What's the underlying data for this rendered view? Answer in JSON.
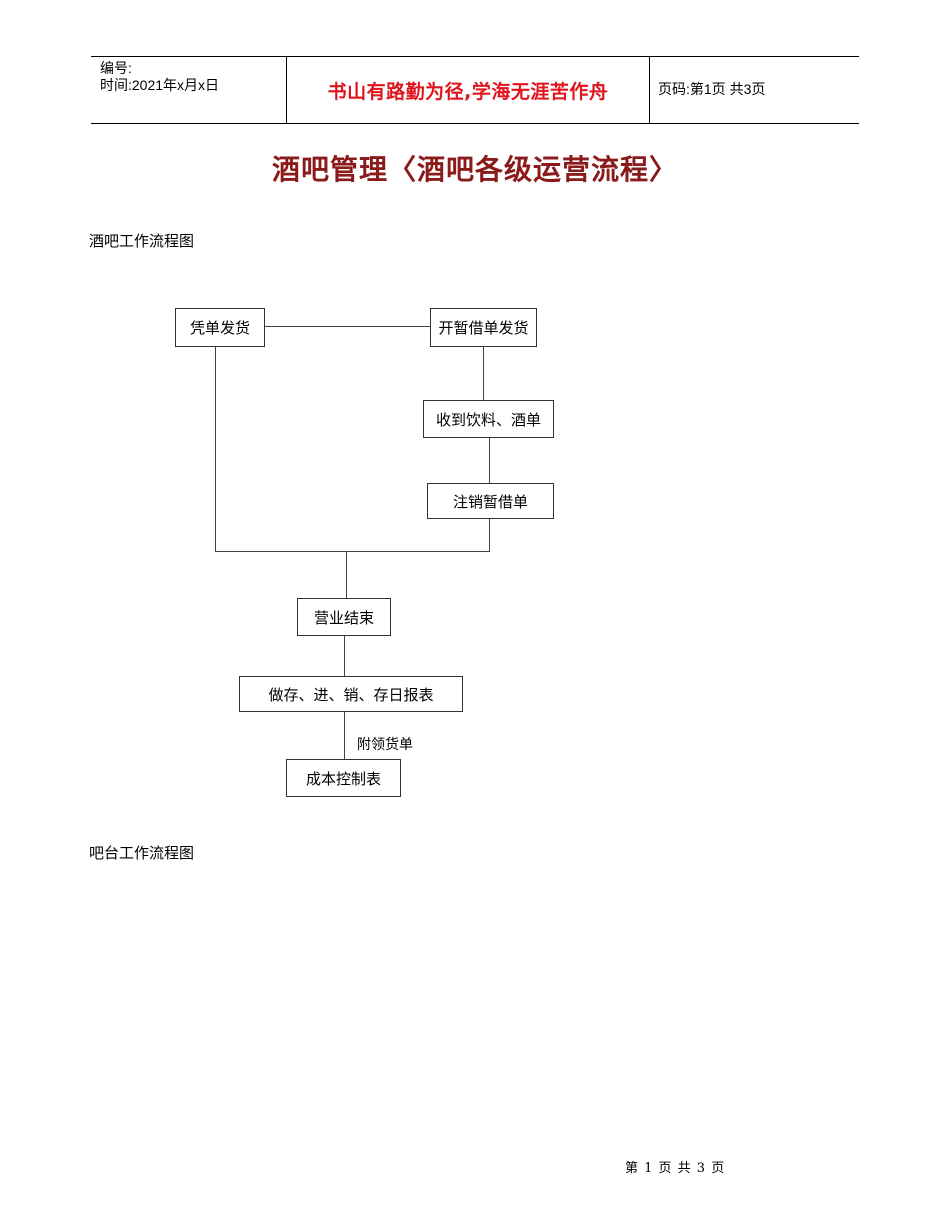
{
  "header": {
    "number_label": "编号:",
    "time_label": "时间:2021年x月x日",
    "motto": "书山有路勤为径,学海无涯苦作舟",
    "page_info": "页码:第1页  共3页"
  },
  "doc_title": "酒吧管理〈酒吧各级运营流程〉",
  "sections": {
    "bar_workflow": "酒吧工作流程图",
    "counter_workflow": "吧台工作流程图"
  },
  "flowchart": {
    "voucher_dispatch": "凭单发货",
    "temp_borrow_dispatch": "开暂借单发货",
    "receive_orders": "收到饮料、酒单",
    "cancel_borrow": "注销暂借单",
    "business_end": "营业结束",
    "daily_report": "做存、进、销、存日报表",
    "attach_note": "附领货单",
    "cost_control": "成本控制表"
  },
  "footer": {
    "page": "第 1 页 共 3 页"
  }
}
